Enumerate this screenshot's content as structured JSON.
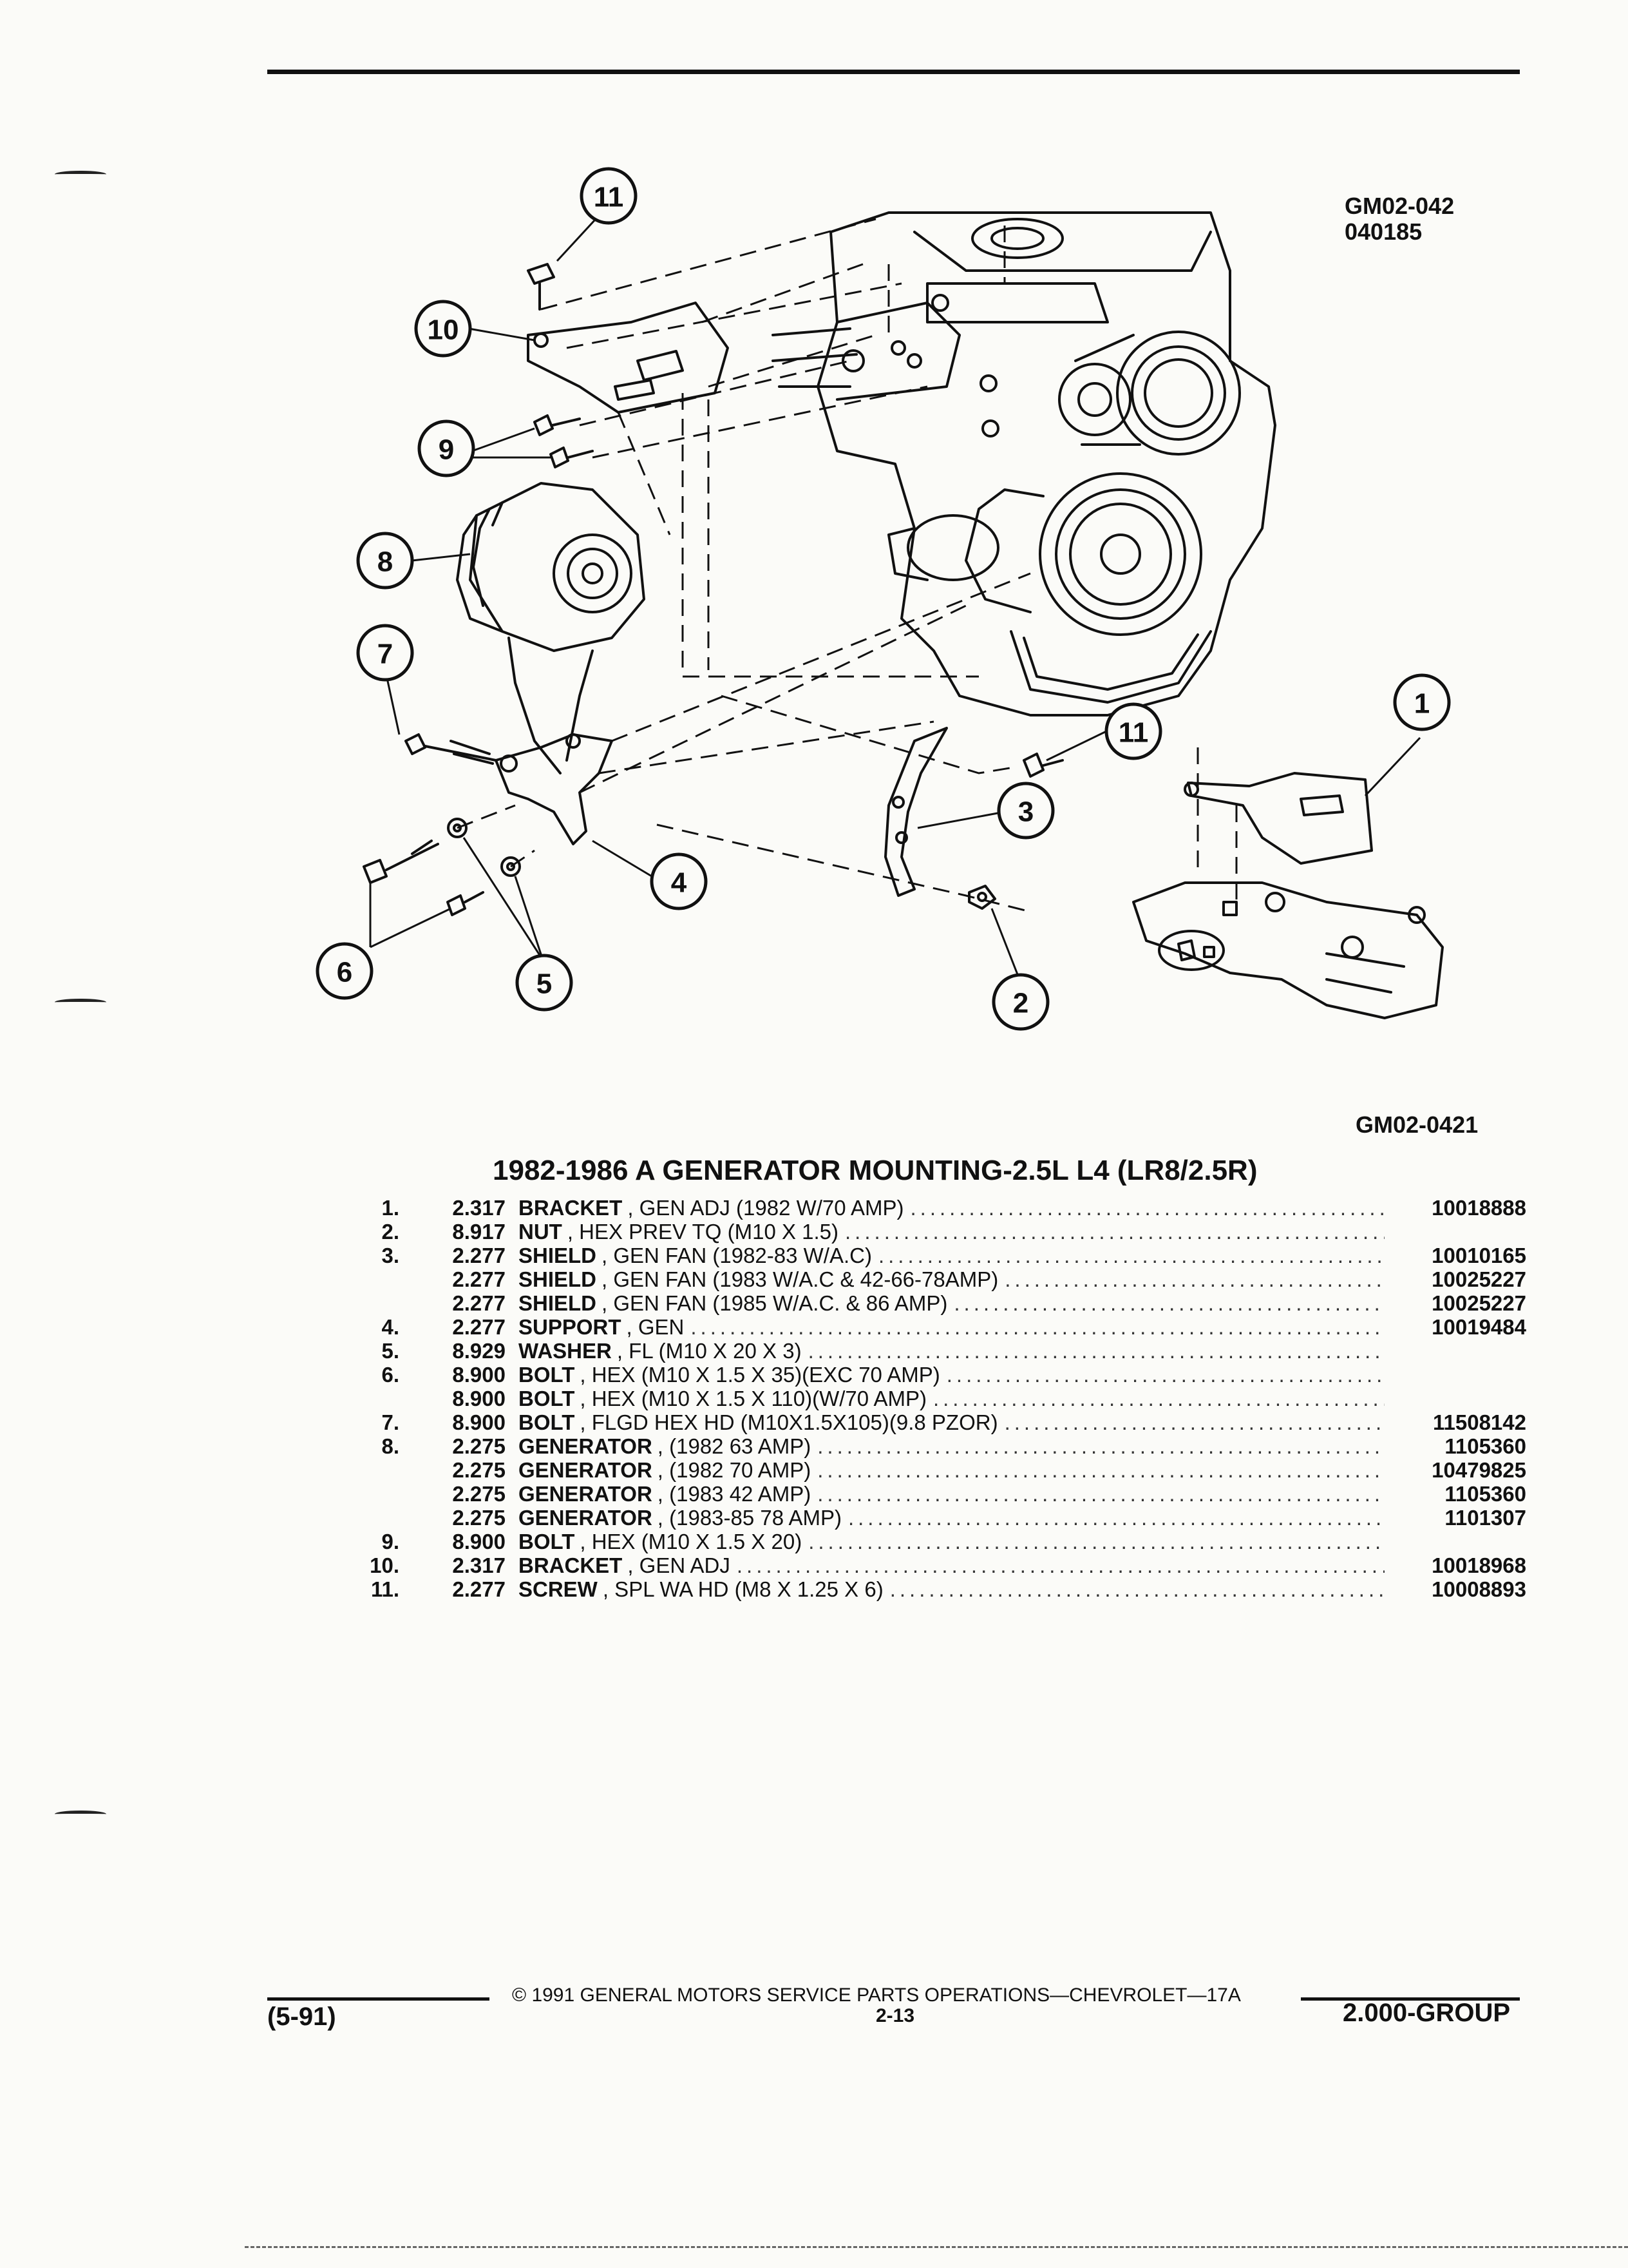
{
  "header": {
    "figure_code_top": [
      "GM02-042",
      "040185"
    ],
    "figure_code_bottom": "GM02-0421"
  },
  "diagram": {
    "callouts": [
      "1",
      "2",
      "3",
      "4",
      "5",
      "6",
      "7",
      "8",
      "9",
      "10",
      "11",
      "11"
    ]
  },
  "title": "1982-1986 A GENERATOR MOUNTING-2.5L L4 (LR8/2.5R)",
  "parts": [
    {
      "num": "1.",
      "group": "2.317",
      "name": "BRACKET",
      "desc": ", GEN ADJ (1982 W/70 AMP)",
      "pn": "10018888"
    },
    {
      "num": "2.",
      "group": "8.917",
      "name": "NUT",
      "desc": ", HEX PREV TQ (M10 X 1.5)",
      "pn": ""
    },
    {
      "num": "3.",
      "group": "2.277",
      "name": "SHIELD",
      "desc": ", GEN FAN (1982-83 W/A.C)",
      "pn": "10010165"
    },
    {
      "num": "",
      "group": "2.277",
      "name": "SHIELD",
      "desc": ", GEN FAN (1983 W/A.C & 42-66-78AMP)",
      "pn": "10025227"
    },
    {
      "num": "",
      "group": "2.277",
      "name": "SHIELD",
      "desc": ", GEN FAN (1985 W/A.C. & 86 AMP)",
      "pn": "10025227"
    },
    {
      "num": "4.",
      "group": "2.277",
      "name": "SUPPORT",
      "desc": ", GEN",
      "pn": "10019484"
    },
    {
      "num": "5.",
      "group": "8.929",
      "name": "WASHER",
      "desc": ", FL (M10 X 20 X 3)",
      "pn": ""
    },
    {
      "num": "6.",
      "group": "8.900",
      "name": "BOLT",
      "desc": ", HEX (M10 X 1.5 X 35)(EXC 70 AMP)",
      "pn": ""
    },
    {
      "num": "",
      "group": "8.900",
      "name": "BOLT",
      "desc": ", HEX (M10 X 1.5 X 110)(W/70 AMP)",
      "pn": ""
    },
    {
      "num": "7.",
      "group": "8.900",
      "name": "BOLT",
      "desc": ", FLGD HEX HD (M10X1.5X105)(9.8 PZOR)",
      "pn": "11508142"
    },
    {
      "num": "8.",
      "group": "2.275",
      "name": "GENERATOR",
      "desc": ", (1982 63 AMP)",
      "pn": "1105360"
    },
    {
      "num": "",
      "group": "2.275",
      "name": "GENERATOR",
      "desc": ", (1982 70 AMP)",
      "pn": "10479825"
    },
    {
      "num": "",
      "group": "2.275",
      "name": "GENERATOR",
      "desc": ", (1983 42 AMP)",
      "pn": "1105360"
    },
    {
      "num": "",
      "group": "2.275",
      "name": "GENERATOR",
      "desc": ", (1983-85 78 AMP)",
      "pn": "1101307"
    },
    {
      "num": "9.",
      "group": "8.900",
      "name": "BOLT",
      "desc": ", HEX (M10 X 1.5 X 20)",
      "pn": ""
    },
    {
      "num": "10.",
      "group": "2.317",
      "name": "BRACKET",
      "desc": ", GEN ADJ",
      "pn": "10018968"
    },
    {
      "num": "11.",
      "group": "2.277",
      "name": "SCREW",
      "desc": ", SPL WA HD (M8 X 1.25 X 6)",
      "pn": "10008893"
    }
  ],
  "footer": {
    "copyright": "© 1991 GENERAL MOTORS SERVICE PARTS OPERATIONS—CHEVROLET—17A",
    "date": "(5-91)",
    "page": "2-13",
    "group": "2.000-GROUP"
  }
}
